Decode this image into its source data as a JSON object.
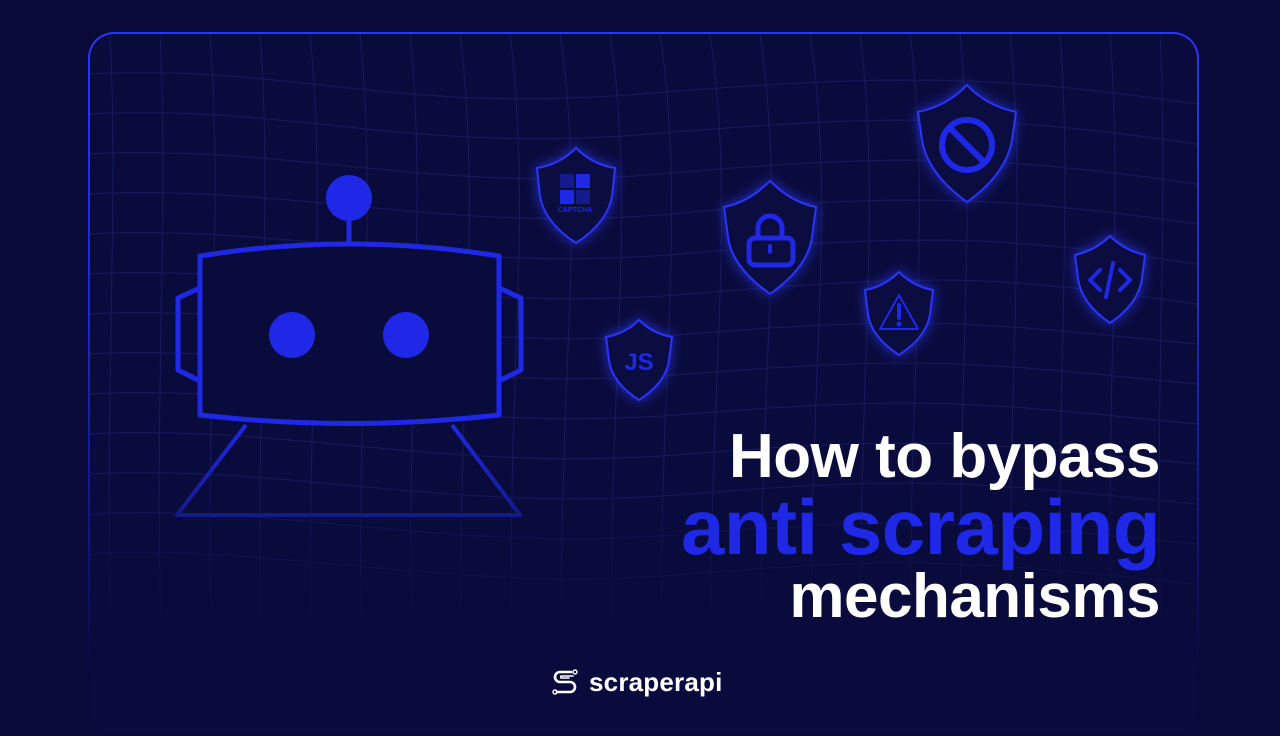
{
  "headline": {
    "line1": "How to bypass",
    "line2": "anti scraping",
    "line3": "mechanisms"
  },
  "shields": [
    {
      "name": "captcha",
      "label": "CAPTCHA"
    },
    {
      "name": "javascript",
      "label": "JS"
    },
    {
      "name": "lock"
    },
    {
      "name": "blocked"
    },
    {
      "name": "warning"
    },
    {
      "name": "code"
    }
  ],
  "brand": {
    "name": "scraperapi"
  },
  "colors": {
    "background": "#09093a",
    "accent": "#1f28e6",
    "text": "#ffffff"
  }
}
